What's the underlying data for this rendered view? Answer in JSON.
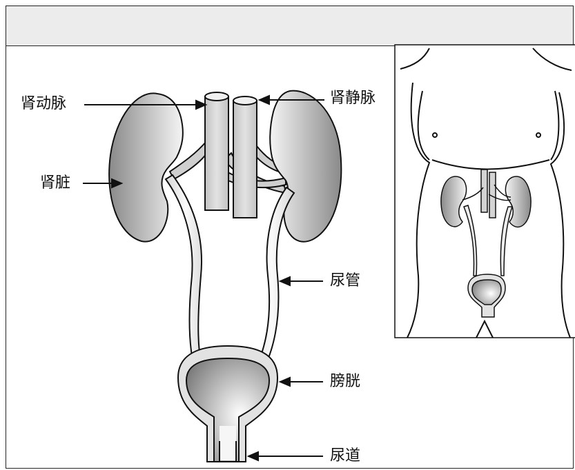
{
  "labels": {
    "renal_artery": "肾动脉",
    "renal_vein": "肾静脉",
    "kidney": "肾脏",
    "ureter": "尿管",
    "bladder": "膀胱",
    "urethra": "尿道"
  },
  "colors": {
    "organ_dark": "#8e8e8e",
    "organ_light": "#f3f3f3",
    "vessel": "#d2d2d2",
    "outline": "#111111",
    "header_bg": "#ececec"
  }
}
